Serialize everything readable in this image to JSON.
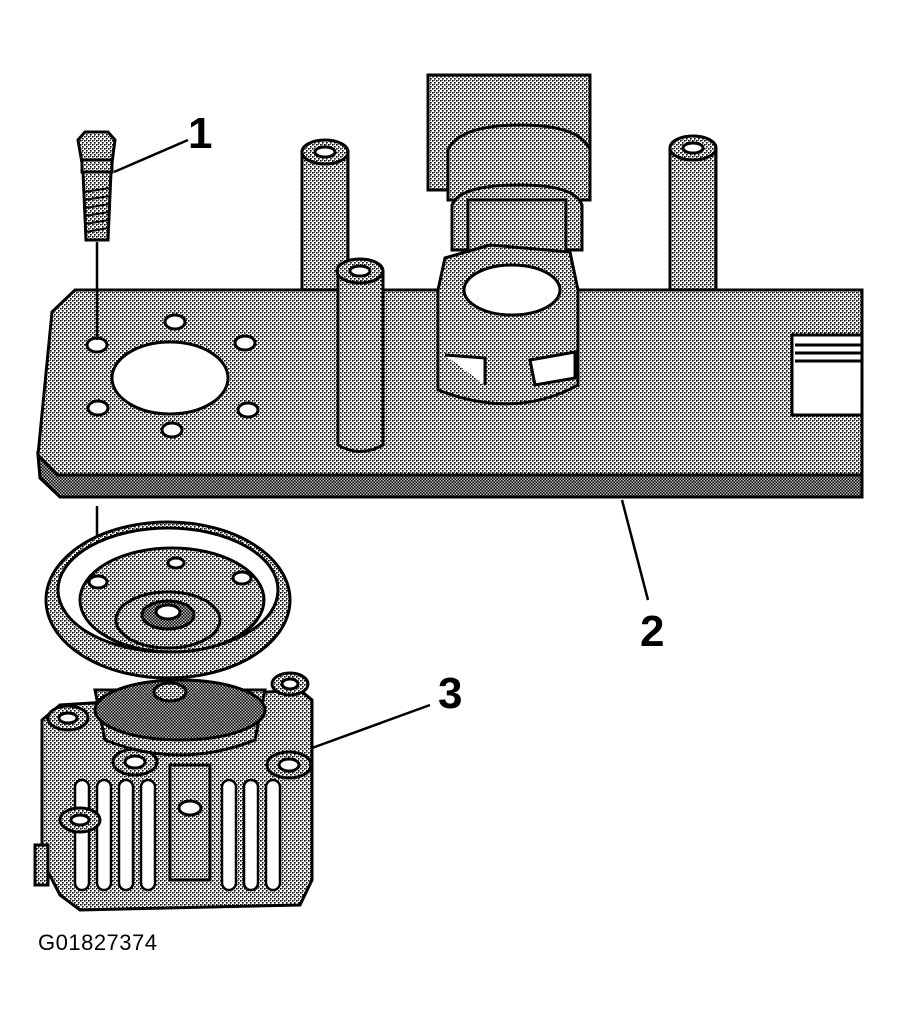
{
  "callouts": [
    {
      "id": "1",
      "label": "1"
    },
    {
      "id": "2",
      "label": "2"
    },
    {
      "id": "3",
      "label": "3"
    }
  ],
  "figure_id": "G01827374",
  "colors": {
    "ink": "#000000",
    "stipple": "#9a9a9a",
    "paper": "#ffffff"
  }
}
